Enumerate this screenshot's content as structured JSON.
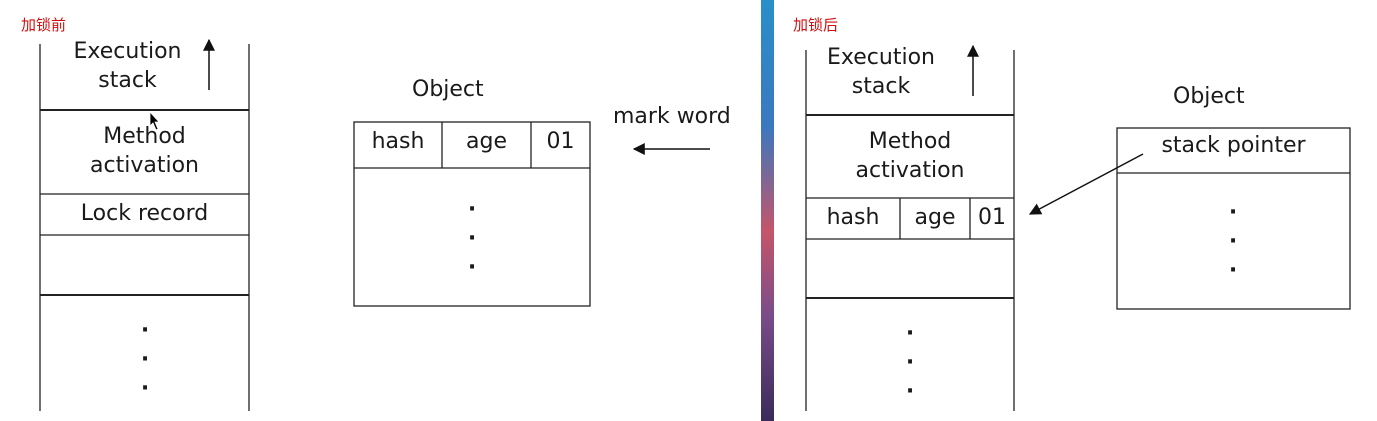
{
  "before": {
    "title": "加锁前",
    "stack": {
      "execution_stack": [
        "Execution",
        "stack"
      ],
      "method_activation": [
        "Method",
        "activation"
      ],
      "lock_record": "Lock record",
      "dots": "·"
    },
    "object": {
      "title": "Object",
      "cells": [
        "hash",
        "age",
        "01"
      ],
      "dots": "·"
    },
    "arrow_label": "mark word"
  },
  "after": {
    "title": "加锁后",
    "stack": {
      "execution_stack": [
        "Execution",
        "stack"
      ],
      "method_activation": [
        "Method",
        "activation"
      ],
      "cells": [
        "hash",
        "age",
        "01"
      ],
      "dots": "·"
    },
    "object": {
      "title": "Object",
      "header": "stack pointer",
      "dots": "·"
    }
  }
}
